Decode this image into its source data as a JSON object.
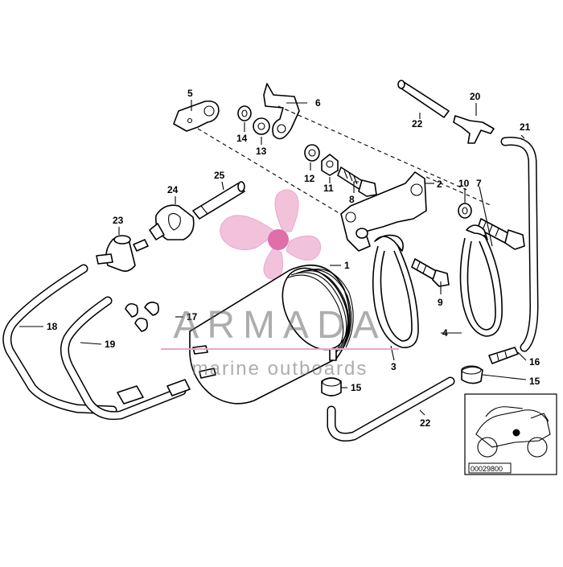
{
  "diagram": {
    "callouts": {
      "c1": "1",
      "c2": "2",
      "c3": "3",
      "c4": "4",
      "c5": "5",
      "c6": "6",
      "c7": "7",
      "c8": "8",
      "c9": "9",
      "c10": "10",
      "c11": "11",
      "c12": "12",
      "c13": "13",
      "c14": "14",
      "c15a": "15",
      "c15b": "15",
      "c16": "16",
      "c17": "17",
      "c18": "18",
      "c19": "19",
      "c20": "20",
      "c21": "21",
      "c22a": "22",
      "c22b": "22",
      "c23": "23",
      "c24": "24",
      "c25": "25"
    },
    "inset_label": "00029800"
  },
  "watermark": {
    "brand": "ARMADA",
    "tagline": "marine outboards",
    "colors": {
      "logo": "#e8a7c9",
      "logo_center": "#d94a97",
      "text": "#6b6b6b"
    }
  }
}
